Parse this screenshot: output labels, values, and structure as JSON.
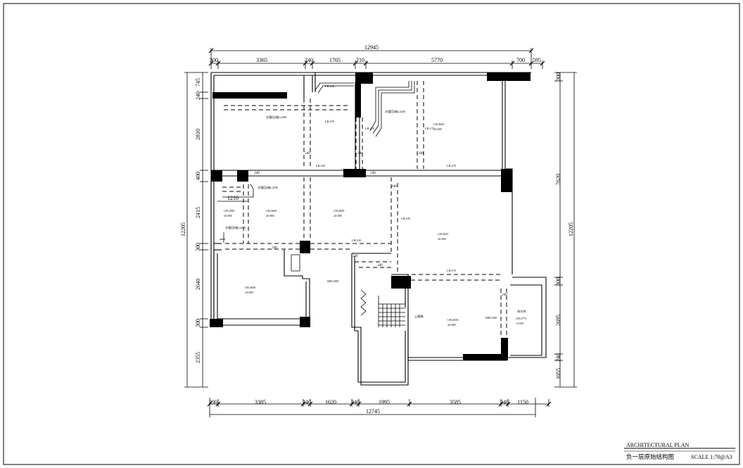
{
  "drawing": {
    "title_block": {
      "title": "ARCHITECTURAL PLAN",
      "subtitle": "负一层原始结构图",
      "scale": "SCALE 1:70@A3"
    }
  },
  "dims": {
    "top_total": "12945",
    "top": [
      "300",
      "3365",
      "240",
      "1765",
      "210",
      "5770",
      "700",
      "595"
    ],
    "bottom": [
      "290",
      "3385",
      "240",
      "1620",
      "240",
      "1995",
      "3585",
      "240",
      "1150"
    ],
    "bottom_total": "12745",
    "left": [
      "745",
      "240",
      "2810",
      "400",
      "2415",
      "300",
      "2640",
      "300",
      "2355"
    ],
    "left_total": "12205",
    "right": [
      "300",
      "7620",
      "300",
      "2695",
      "240",
      "1055"
    ],
    "right_total": "12205",
    "inner_1210": "1210",
    "wall_240_marks": [
      "240",
      "240",
      "240",
      "240",
      "240",
      "240",
      "240",
      "240",
      "240",
      "240"
    ]
  },
  "labels": {
    "lb_a": "LB:240",
    "lb_b": "LB:250",
    "lb_c": "LB:270",
    "lb_d": "LB:170",
    "lb_e": "LB:270",
    "lb_f": "LB:230",
    "lb_g": "LB:230",
    "lb_h": "LB:270",
    "lb_i": "LB:270",
    "pipe_a": "水管回(暗):2300",
    "pipe_b": "水管回(暗):2230",
    "pipe_c": "水管回(暗):2185",
    "pipe_d": "水管回(暗):2220",
    "ch_a": "CH:2650",
    "ch_b": "CH:2300",
    "ch_c": "CH:2650",
    "ch_d": "CH:2650",
    "ch_e": "CH:2650",
    "ch_f": "CH:2650",
    "ch_g": "CH:2650",
    "ch_h": "CH:2775",
    "lv_a": "±0.000",
    "lv_b": "±0.000",
    "lv_c": "±0.000",
    "lv_d": "±0.000",
    "lv_e": "±0.000",
    "lv_f": "±0.000",
    "lv_g": "±0.000",
    "lv_h": "-0.020",
    "mh_a": "MH:2300",
    "mh_b": "MH:2300",
    "up": "上楼梯",
    "skylight": "采光井"
  },
  "colors": {
    "ink": "#000000",
    "paper": "#ffffff"
  }
}
